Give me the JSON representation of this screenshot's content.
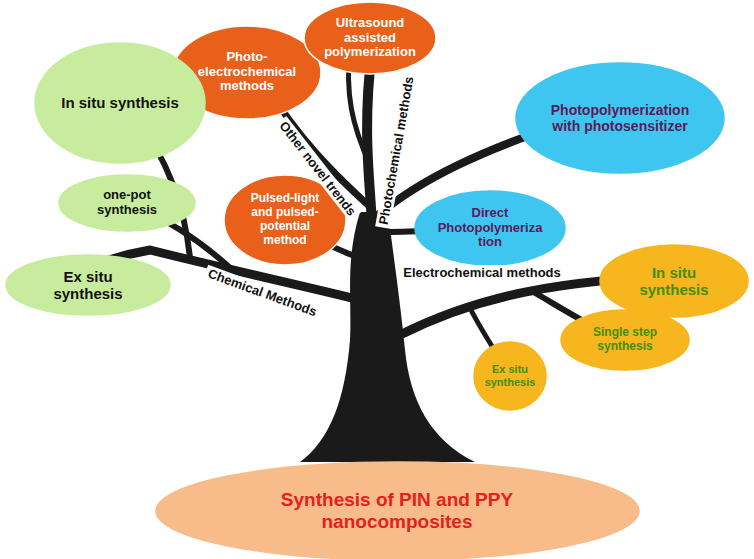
{
  "diagram": {
    "nodes": [
      {
        "text": [
          "Photo-electrochemical methods"
        ]
      },
      {
        "text": [
          "Ultrasound assisted polymerization"
        ]
      },
      {
        "text": [
          "In situ synthesis"
        ]
      },
      {
        "text": [
          "Photopolymerization with photosensitizer"
        ]
      },
      {
        "text": [
          "one-pot synthesis"
        ]
      },
      {
        "text": [
          "Pulsed-light and pulsed-potential method"
        ]
      },
      {
        "text": [
          "Direct Photopolymerization"
        ]
      },
      {
        "text": [
          "Ex situ synthesis"
        ]
      },
      {
        "text": [
          "In situ synthesis"
        ]
      },
      {
        "text": [
          "Single step synthesis"
        ]
      },
      {
        "text": [
          "Ex situ synthesis"
        ]
      },
      {
        "text": [
          "Synthesis of PIN and PPY nanocomposites"
        ]
      }
    ],
    "labels": [
      "Other novel trends",
      "Photochemical methods",
      "Chemical Methods",
      "Electrochemical methods"
    ]
  }
}
